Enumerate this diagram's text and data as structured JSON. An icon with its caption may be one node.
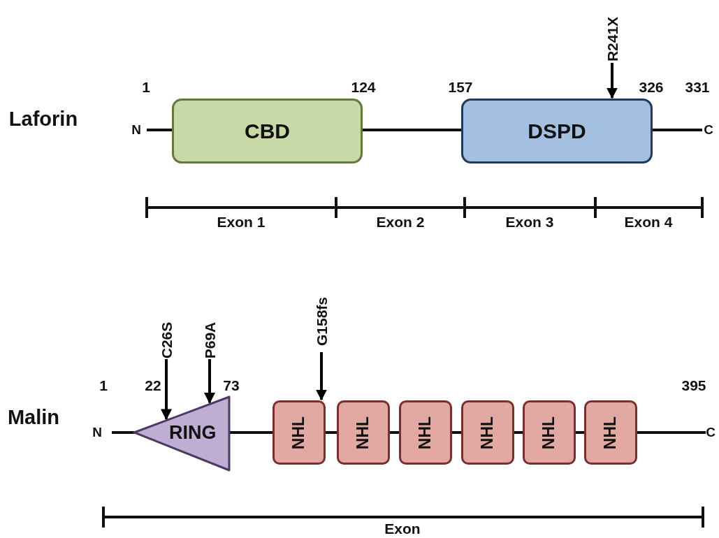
{
  "diagram": {
    "nodes": [
      {
        "text": [
          "CBD"
        ]
      },
      {
        "text": [
          "DSPD"
        ]
      },
      {
        "text": [
          "R241X"
        ]
      },
      {
        "text": [
          "RING"
        ]
      },
      {
        "text": [
          "NHL"
        ]
      },
      {
        "text": [
          "NHL"
        ]
      },
      {
        "text": [
          "NHL"
        ]
      },
      {
        "text": [
          "NHL"
        ]
      },
      {
        "text": [
          "NHL"
        ]
      },
      {
        "text": [
          "NHL"
        ]
      },
      {
        "text": [
          "C26S"
        ]
      },
      {
        "text": [
          "P69A"
        ]
      },
      {
        "text": [
          "G158fs"
        ]
      }
    ],
    "edges": [
      {
        "from": 2,
        "to": 1,
        "arrow": "to"
      },
      {
        "from": 10,
        "to": 3,
        "arrow": "to"
      },
      {
        "from": 11,
        "to": 3,
        "arrow": "to"
      },
      {
        "from": 12,
        "to": 4,
        "arrow": "to"
      }
    ],
    "labels": [
      "1",
      "124",
      "157",
      "326",
      "331",
      "Laforin",
      "N",
      "C",
      "Exon 1",
      "Exon 2",
      "Exon 3",
      "Exon 4",
      "1",
      "22",
      "73",
      "395",
      "Malin",
      "N",
      "C",
      "Exon"
    ]
  }
}
